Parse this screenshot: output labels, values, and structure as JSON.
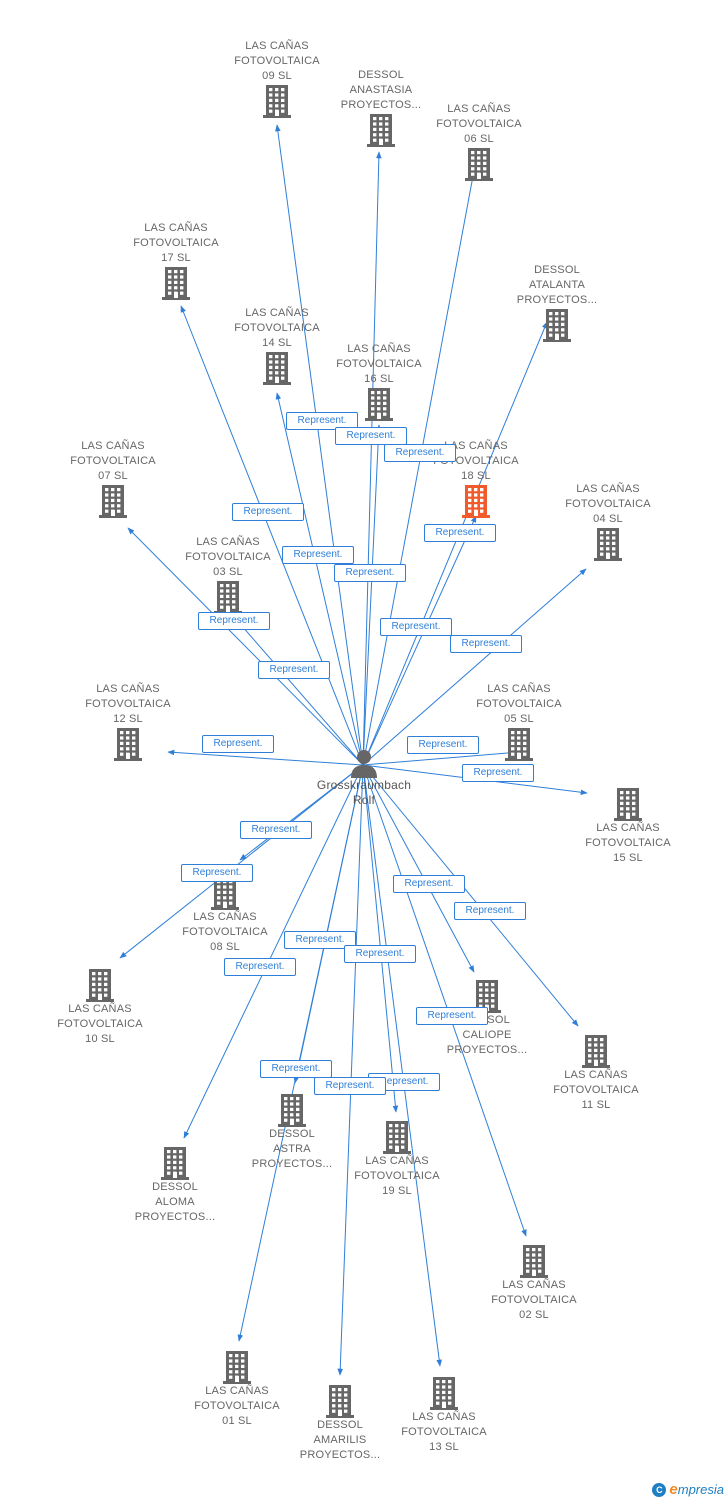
{
  "colors": {
    "edge": "#2f7fd8",
    "building": "#666666",
    "highlight": "#f15a2b",
    "text": "#666666"
  },
  "center": {
    "name_lines": [
      "Grosskraumbach",
      "Rolf"
    ]
  },
  "nodes": [
    {
      "id": "n09",
      "lines": [
        "LAS CAÑAS",
        "FOTOVOLTAICA",
        "09 SL"
      ],
      "highlight": false
    },
    {
      "id": "nanast",
      "lines": [
        "DESSOL",
        "ANASTASIA",
        "PROYECTOS..."
      ],
      "highlight": false
    },
    {
      "id": "n06",
      "lines": [
        "LAS CAÑAS",
        "FOTOVOLTAICA",
        "06 SL"
      ],
      "highlight": false
    },
    {
      "id": "n17",
      "lines": [
        "LAS CAÑAS",
        "FOTOVOLTAICA",
        "17 SL"
      ],
      "highlight": false
    },
    {
      "id": "natal",
      "lines": [
        "DESSOL",
        "ATALANTA",
        "PROYECTOS..."
      ],
      "highlight": false
    },
    {
      "id": "n14",
      "lines": [
        "LAS CAÑAS",
        "FOTOVOLTAICA",
        "14 SL"
      ],
      "highlight": false
    },
    {
      "id": "n16",
      "lines": [
        "LAS CAÑAS",
        "FOTOVOLTAICA",
        "16 SL"
      ],
      "highlight": false
    },
    {
      "id": "n18",
      "lines": [
        "LAS CAÑAS",
        "FOTOVOLTAICA",
        "18 SL"
      ],
      "highlight": true
    },
    {
      "id": "n07",
      "lines": [
        "LAS CAÑAS",
        "FOTOVOLTAICA",
        "07 SL"
      ],
      "highlight": false
    },
    {
      "id": "n04",
      "lines": [
        "LAS CAÑAS",
        "FOTOVOLTAICA",
        "04 SL"
      ],
      "highlight": false
    },
    {
      "id": "n03",
      "lines": [
        "LAS CAÑAS",
        "FOTOVOLTAICA",
        "03 SL"
      ],
      "highlight": false
    },
    {
      "id": "n12",
      "lines": [
        "LAS CAÑAS",
        "FOTOVOLTAICA",
        "12 SL"
      ],
      "highlight": false
    },
    {
      "id": "n05",
      "lines": [
        "LAS CAÑAS",
        "FOTOVOLTAICA",
        "05 SL"
      ],
      "highlight": false
    },
    {
      "id": "n15",
      "lines": [
        "LAS CAÑAS",
        "FOTOVOLTAICA",
        "15 SL"
      ],
      "highlight": false
    },
    {
      "id": "n08",
      "lines": [
        "LAS CAÑAS",
        "FOTOVOLTAICA",
        "08 SL"
      ],
      "highlight": false
    },
    {
      "id": "n10",
      "lines": [
        "LAS CAÑAS",
        "FOTOVOLTAICA",
        "10 SL"
      ],
      "highlight": false
    },
    {
      "id": "ncal",
      "lines": [
        "DESSOL",
        "CALIOPE",
        "PROYECTOS..."
      ],
      "highlight": false
    },
    {
      "id": "n11",
      "lines": [
        "LAS CAÑAS",
        "FOTOVOLTAICA",
        "11 SL"
      ],
      "highlight": false
    },
    {
      "id": "nastra",
      "lines": [
        "DESSOL",
        "ASTRA",
        "PROYECTOS..."
      ],
      "highlight": false
    },
    {
      "id": "n19",
      "lines": [
        "LAS CAÑAS",
        "FOTOVOLTAICA",
        "19 SL"
      ],
      "highlight": false
    },
    {
      "id": "naloma",
      "lines": [
        "DESSOL",
        "ALOMA",
        "PROYECTOS..."
      ],
      "highlight": false
    },
    {
      "id": "n02",
      "lines": [
        "LAS CAÑAS",
        "FOTOVOLTAICA",
        "02 SL"
      ],
      "highlight": false
    },
    {
      "id": "n01",
      "lines": [
        "LAS CAÑAS",
        "FOTOVOLTAICA",
        "01 SL"
      ],
      "highlight": false
    },
    {
      "id": "namar",
      "lines": [
        "DESSOL",
        "AMARILIS",
        "PROYECTOS..."
      ],
      "highlight": false
    },
    {
      "id": "n13",
      "lines": [
        "LAS CAÑAS",
        "FOTOVOLTAICA",
        "13 SL"
      ],
      "highlight": false
    }
  ],
  "edges": [
    {
      "to": "n09",
      "label": "Represent."
    },
    {
      "to": "nanast",
      "label": "Represent."
    },
    {
      "to": "n06",
      "label": "Represent."
    },
    {
      "to": "n17",
      "label": "Represent."
    },
    {
      "to": "natal",
      "label": "Represent."
    },
    {
      "to": "n14",
      "label": "Represent."
    },
    {
      "to": "n16",
      "label": "Represent."
    },
    {
      "to": "n18",
      "label": "Represent."
    },
    {
      "to": "n07",
      "label": "Represent."
    },
    {
      "to": "n04",
      "label": "Represent."
    },
    {
      "to": "n03",
      "label": "Represent."
    },
    {
      "to": "n12",
      "label": "Represent."
    },
    {
      "to": "n05",
      "label": "Represent."
    },
    {
      "to": "n15",
      "label": "Represent."
    },
    {
      "to": "n08",
      "label": "Represent."
    },
    {
      "to": "n10",
      "label": "Represent."
    },
    {
      "to": "ncal",
      "label": "Represent."
    },
    {
      "to": "n11",
      "label": "Represent."
    },
    {
      "to": "nastra",
      "label": "Represent."
    },
    {
      "to": "n19",
      "label": "Represent."
    },
    {
      "to": "naloma",
      "label": "Represent."
    },
    {
      "to": "n02",
      "label": "Represent."
    },
    {
      "to": "n01",
      "label": "Represent."
    },
    {
      "to": "namar",
      "label": "Represent."
    },
    {
      "to": "n13",
      "label": "Represent."
    }
  ],
  "footer": {
    "brand_letter": "C",
    "brand_e": "e",
    "brand_rest": "mpresia"
  }
}
